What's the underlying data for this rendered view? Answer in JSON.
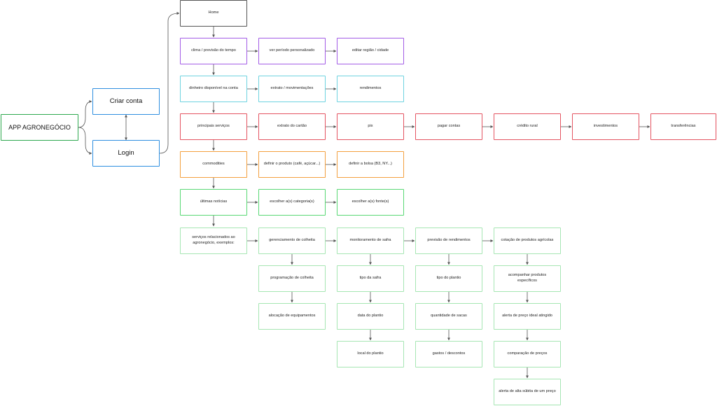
{
  "diagram": {
    "root": {
      "label": "APP AGRONEGÓCIO"
    },
    "auth": {
      "signup": "Criar conta",
      "login": "Login"
    },
    "home": "Home",
    "weather": [
      "clima / previsão do tempo",
      "ver período personalizado",
      "editar região / cidade"
    ],
    "balance": [
      "dinheiro disponível na conta",
      "extrato / movimentações",
      "rendimentos"
    ],
    "services": [
      "principais serviços",
      "extrato do cartão",
      "pix",
      "pagar contas",
      "crédito rural",
      "investimentos",
      "transferências"
    ],
    "commodities": [
      "commodities",
      "definir o produto (café, açúcar...)",
      "definir a bolsa (B3, NY...)"
    ],
    "news": [
      "últimas notícias",
      "escolher a(s) categoria(s)",
      "escolher a(s) fonte(s)"
    ],
    "related": {
      "label": "serviços relacionados ao agronegócio, exemplos:"
    },
    "harvest_mgmt": [
      "gerenciamento de colheita",
      "programação de colheita",
      "alocação de equipamentos"
    ],
    "harvest_monitor": [
      "monitoramento de safra",
      "tipo da safra",
      "data do plantio",
      "local do plantio"
    ],
    "yield_forecast": [
      "previsão de rendimentos",
      "tipo do plantio",
      "quantidade de sacas",
      "gastos / descontos"
    ],
    "price_quote": [
      "cotação de produtos agrícolas",
      "acompanhar produtos específicos",
      "alerta de preço ideal atingido",
      "comparação de preços",
      "alerta de alta súbita de um preço"
    ]
  },
  "colors": {
    "root": "#2ea84f",
    "auth": "#2f8fe0",
    "weather": "#a35ce6",
    "balance": "#6fd3e0",
    "services": "#e45461",
    "commodities": "#f3a03f",
    "news": "#59d874",
    "related": "#a6e6b3",
    "edge": "#555555"
  }
}
